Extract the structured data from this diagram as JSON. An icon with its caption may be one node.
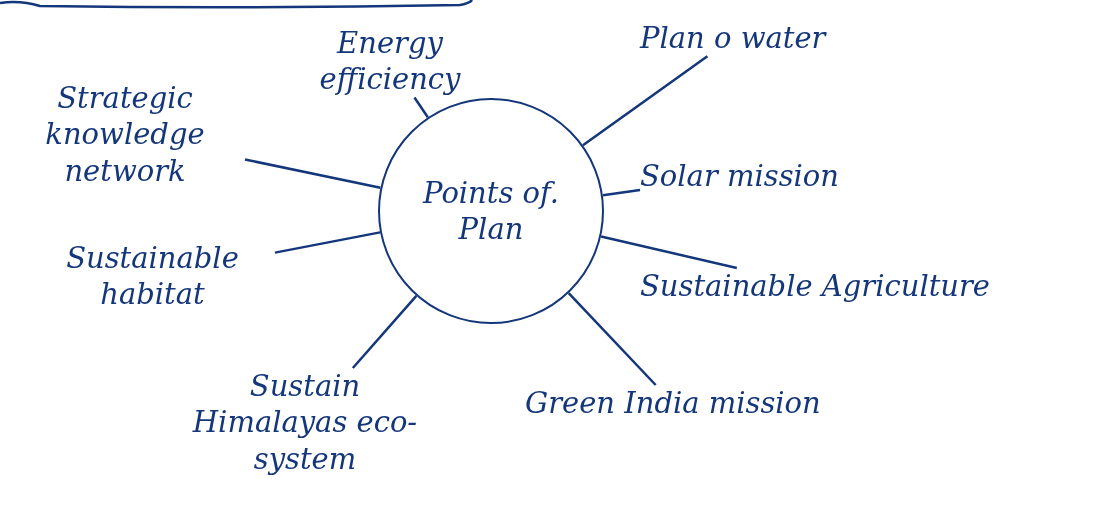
{
  "diagram": {
    "nodes": [
      {
        "text": [
          "Points of. Plan"
        ]
      },
      {
        "text": [
          "Energy efficiency"
        ]
      },
      {
        "text": [
          "Strategic knowledge network"
        ]
      },
      {
        "text": [
          "Sustainable habitat"
        ]
      },
      {
        "text": [
          "Sustain Himalayas eco-system"
        ]
      },
      {
        "text": [
          "Green India mission"
        ]
      },
      {
        "text": [
          "Sustainable Agriculture"
        ]
      },
      {
        "text": [
          "Solar mission"
        ]
      },
      {
        "text": [
          "Plan o water"
        ]
      }
    ],
    "edges": [
      {
        "from": 0,
        "to": 1,
        "arrow": "none"
      },
      {
        "from": 0,
        "to": 2,
        "arrow": "none"
      },
      {
        "from": 0,
        "to": 3,
        "arrow": "none"
      },
      {
        "from": 0,
        "to": 4,
        "arrow": "none"
      },
      {
        "from": 0,
        "to": 5,
        "arrow": "none"
      },
      {
        "from": 0,
        "to": 6,
        "arrow": "none"
      },
      {
        "from": 0,
        "to": 7,
        "arrow": "none"
      },
      {
        "from": 0,
        "to": 8,
        "arrow": "none"
      }
    ]
  }
}
